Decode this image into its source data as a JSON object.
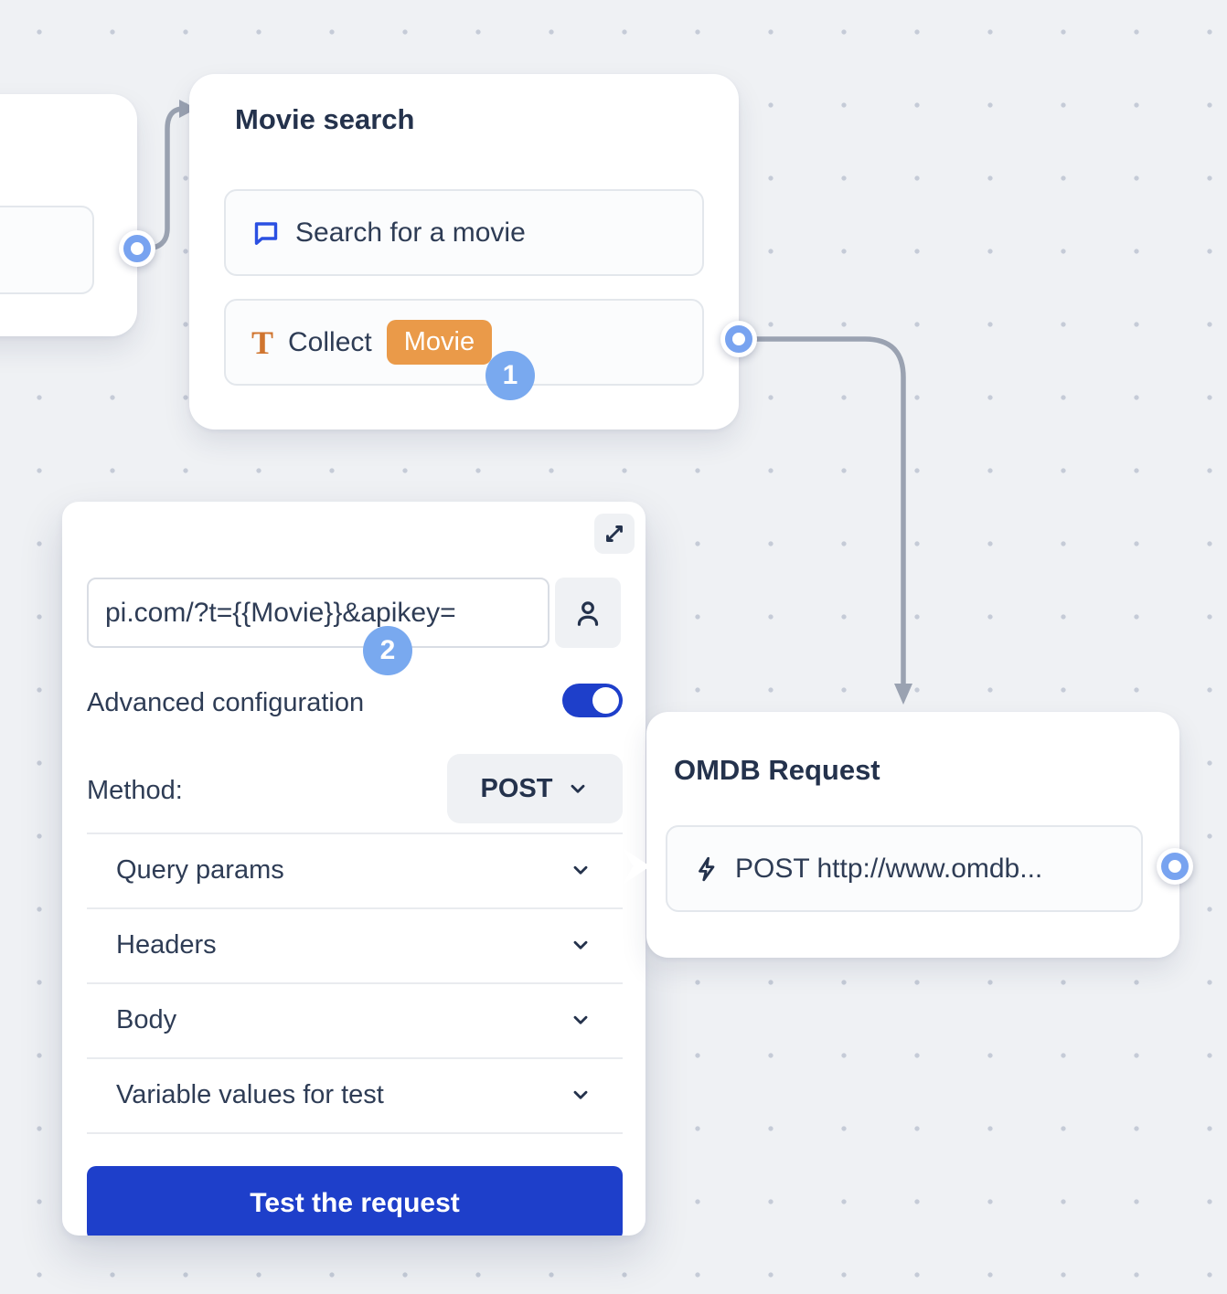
{
  "canvas": {
    "bg": "#eff1f4",
    "dot_color": "#c5cbd7"
  },
  "flow": {
    "movie_search_node": {
      "title": "Movie search",
      "row1_label": "Search for a movie",
      "row2_label": "Collect",
      "row2_badge": "Movie"
    },
    "omdb_node": {
      "title": "OMDB Request",
      "row_label": "POST http://www.omdb..."
    },
    "step_badge_1": "1",
    "step_badge_2": "2"
  },
  "panel": {
    "url_value": "pi.com/?t={{Movie}}&apikey=",
    "advanced_label": "Advanced configuration",
    "toggle_state": "on",
    "method_label": "Method:",
    "method_value": "POST",
    "sections": [
      {
        "label": "Query params"
      },
      {
        "label": "Headers"
      },
      {
        "label": "Body"
      },
      {
        "label": "Variable values for test"
      }
    ],
    "test_button_label": "Test the request"
  },
  "colors": {
    "accent_blue": "#1e3fca",
    "port_blue": "#78a3f0",
    "step_badge_blue": "#79a9ef",
    "variable_badge_orange": "#ea9a49",
    "collect_icon_orange": "#d0752f",
    "chat_icon_blue": "#2b50e2",
    "text_navy": "#24324c",
    "connector_gray": "#9aa2b1"
  }
}
